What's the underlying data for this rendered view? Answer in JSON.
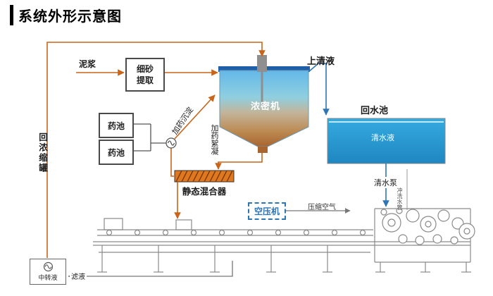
{
  "title": "系统外形示意图",
  "labels": {
    "mud": "泥浆",
    "sand_extraction": "细砂提取",
    "supernatant": "上清液",
    "thickener": "浓密机",
    "return_pool": "回水池",
    "clear_water": "清水液",
    "chem_pool_1": "药池",
    "chem_pool_2": "药池",
    "dosing_settle": "加药沉淀",
    "dosing_floc": "加药絮凝",
    "static_mixer": "静态混合器",
    "return_concentrate_tank": "回浓缩罐",
    "clear_water_pump": "清水泵",
    "air_compressor": "空压机",
    "compressed_air": "压缩空气",
    "flush_pipe": "冲洗水管",
    "transfer_liquid": "中转液",
    "filtrate": "滤液"
  },
  "colors": {
    "pipe_orange": "#C8651B",
    "pipe_blue": "#2E75B6",
    "water_blue": "#29A3DC",
    "mixer_orange": "#E07820",
    "machine_gray": "#8A8A8A"
  }
}
